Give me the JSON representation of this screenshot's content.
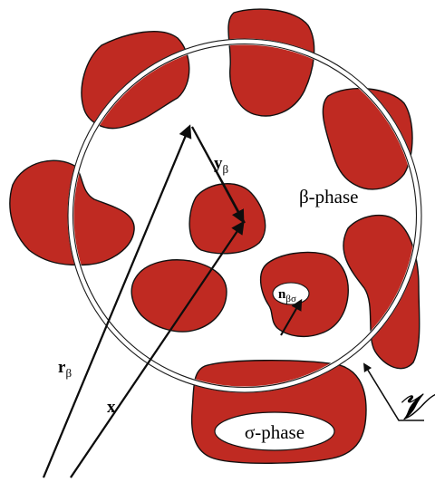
{
  "labels": {
    "r_beta": {
      "base": "r",
      "sub": "β"
    },
    "x": "x",
    "y_beta": {
      "base": "y",
      "sub": "β"
    },
    "beta_phase": "β-phase",
    "sigma_phase": "σ-phase",
    "n_beta_sigma": {
      "base": "n",
      "sub": "βσ"
    },
    "volume": "𝓥"
  },
  "colors": {
    "phase_fill": "#bf2a22",
    "outline": "#111111",
    "background": "#ffffff"
  }
}
